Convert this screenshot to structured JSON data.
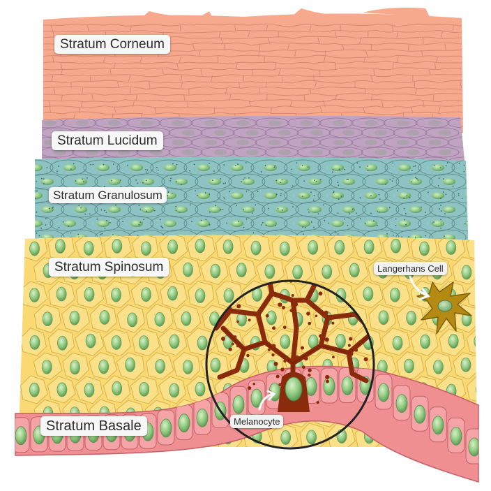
{
  "layers": {
    "corneum": {
      "label": "Stratum Corneum",
      "color": "#f7a98e"
    },
    "lucidum": {
      "label": "Stratum Lucidum",
      "color": "#bfa3c1"
    },
    "granulosum": {
      "label": "Stratum Granulosum",
      "color": "#8dc3c2"
    },
    "spinosum": {
      "label": "Stratum Spinosum",
      "color": "#fad972"
    },
    "basale": {
      "label": "Stratum Basale",
      "color": "#ef8f92"
    }
  },
  "cells": {
    "langerhans": {
      "label": "Langerhans Cell",
      "color": "#b58a12"
    },
    "melanocyte": {
      "label": "Melanocyte",
      "color": "#8a2b0c"
    }
  },
  "nucleus_color": "#8fc97e",
  "icons": [
    "curved-arrow-icon",
    "magnifier-circle-icon"
  ]
}
